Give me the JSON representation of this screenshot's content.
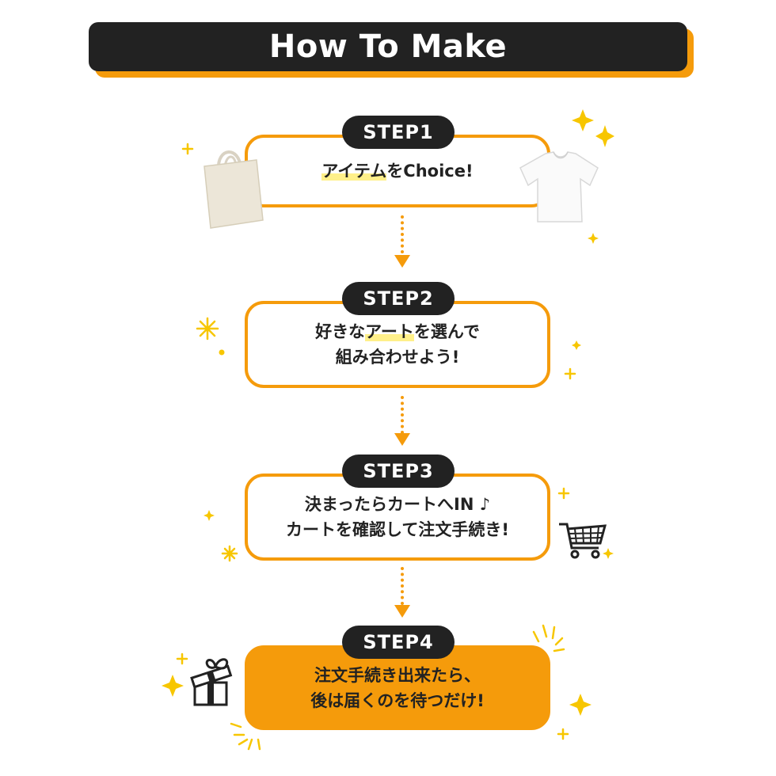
{
  "header": {
    "title": "How To Make"
  },
  "steps": [
    {
      "badge": "STEP1",
      "lines": [
        "アイテムをChoice!"
      ],
      "highlight": "アイテム"
    },
    {
      "badge": "STEP2",
      "lines": [
        "好きなアートを選んで",
        "組み合わせよう!"
      ],
      "highlight": "アート"
    },
    {
      "badge": "STEP3",
      "lines": [
        "決まったらカートへIN ♪",
        "カートを確認して注文手続き!"
      ]
    },
    {
      "badge": "STEP4",
      "lines": [
        "注文手続き出来たら、",
        "後は届くのを待つだけ!"
      ]
    }
  ],
  "colors": {
    "accent": "#f59b0b",
    "dark": "#222222",
    "highlight": "#fff08a",
    "sparkle": "#f7c600"
  },
  "icons": [
    "tote-bag-icon",
    "tshirt-icon",
    "shopping-cart-icon",
    "gift-box-icon",
    "sparkle-icon"
  ]
}
